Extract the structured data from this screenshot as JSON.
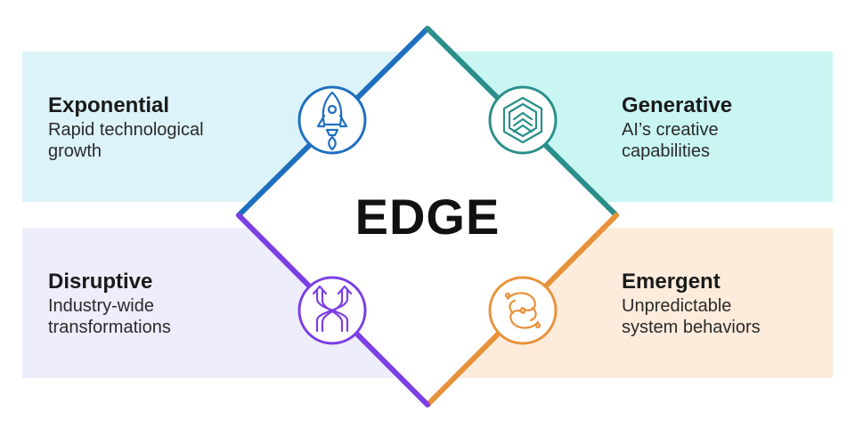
{
  "center": {
    "title": "EDGE"
  },
  "quadrants": {
    "top_left": {
      "title": "Exponential",
      "line1": "Rapid technological",
      "line2": "growth",
      "icon": "rocket-icon",
      "color": "#1f6fc0"
    },
    "top_right": {
      "title": "Generative",
      "line1": "AI’s creative",
      "line2": "capabilities",
      "icon": "hexagon-chevron-icon",
      "color": "#2a8f8a"
    },
    "bottom_left": {
      "title": "Disruptive",
      "line1": "Industry-wide",
      "line2": "transformations",
      "icon": "crossing-arrows-icon",
      "color": "#7b3fe4"
    },
    "bottom_right": {
      "title": "Emergent",
      "line1": "Unpredictable",
      "line2": "system behaviors",
      "icon": "swirl-icon",
      "color": "#e8923a"
    }
  }
}
